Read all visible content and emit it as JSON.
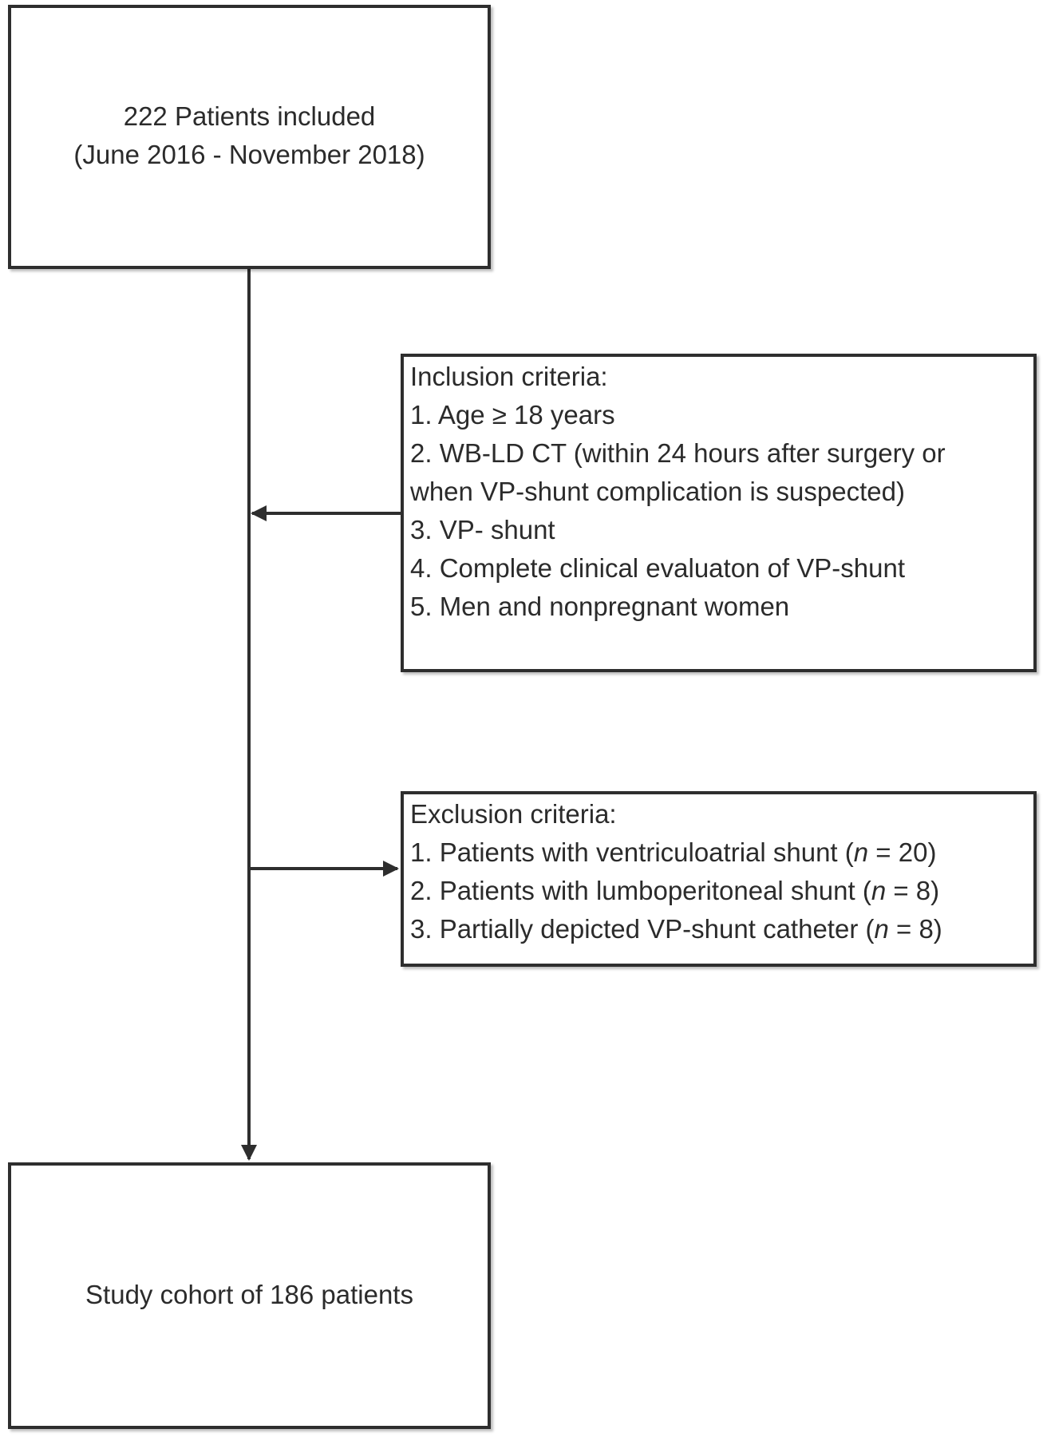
{
  "top_box": {
    "line1": "222 Patients included",
    "line2": "(June 2016 - November 2018)"
  },
  "inclusion": {
    "title": "Inclusion criteria:",
    "items": [
      "1. Age ≥ 18 years",
      "2. WB-LD CT (within 24 hours after surgery or",
      "when VP-shunt complication is suspected)",
      "3. VP- shunt",
      "4. Complete clinical evaluaton of VP-shunt",
      "5. Men and nonpregnant women"
    ]
  },
  "exclusion": {
    "title": "Exclusion criteria:",
    "items": [
      {
        "text": "1. Patients with ventriculoatrial shunt",
        "open": " (",
        "n": "n",
        "count": " = 20)"
      },
      {
        "text": "2. Patients with lumboperitoneal shunt",
        "open": " (",
        "n": "n",
        "count": " = 8)"
      },
      {
        "text": "3. Partially depicted VP-shunt catheter",
        "open": " (",
        "n": "n",
        "count": " = 8)"
      }
    ]
  },
  "bottom_box": {
    "line1": "Study cohort of 186 patients"
  },
  "colors": {
    "stroke": "#2e2e2e",
    "text": "#2b2b2b",
    "background": "#ffffff"
  }
}
